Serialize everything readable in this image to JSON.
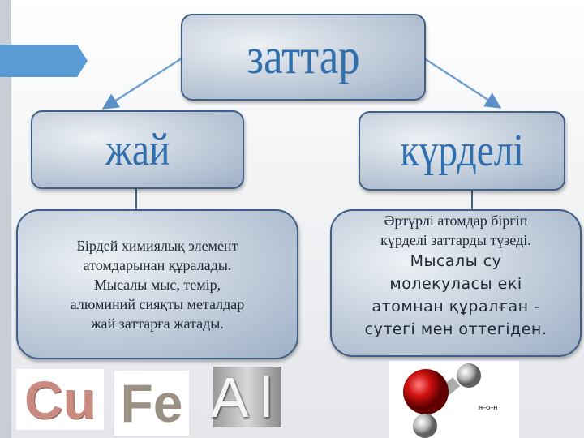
{
  "root": {
    "label": "заттар"
  },
  "left": {
    "label": "жай",
    "description": [
      "Бірдей химиялық элемент",
      "атомдарынан құралады.",
      "Мысалы мыс, темір,",
      "алюминий сияқты металдар",
      "жай заттарға жатады."
    ]
  },
  "right": {
    "label": "күрделі",
    "description_serif": [
      "Әртүрлі атомдар біргіп",
      "күрделі заттарды түзеді."
    ],
    "description_sans": [
      "Мысалы су",
      "молекуласы екі",
      "атомнан құралған -",
      "сутегі мен оттегіден."
    ]
  },
  "images": {
    "cu": "Cu",
    "fe": "Fe",
    "al": "Al",
    "molecule_formula": "H–O–H"
  },
  "colors": {
    "accent": "#5b9bd5",
    "heading": "#2f6fae",
    "border": "#3f5f86"
  }
}
